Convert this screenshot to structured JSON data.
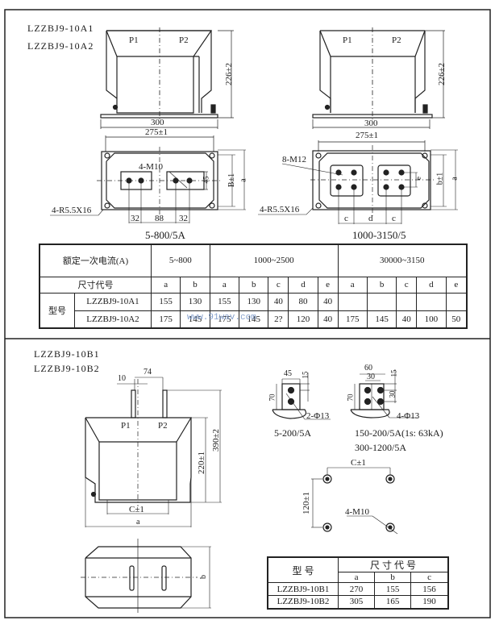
{
  "section_a": {
    "models": [
      "LZZBJ9-10A1",
      "LZZBJ9-10A2"
    ],
    "front_view_left": {
      "label_p1": "P1",
      "label_p2": "P2",
      "height_dim": "226±2",
      "width_dim": "300"
    },
    "front_view_right": {
      "label_p1": "P1",
      "label_p2": "P2",
      "height_dim": "226±2",
      "width_dim": "300"
    },
    "top_view_left": {
      "width_dim": "275±1",
      "bolt_label": "4-M10",
      "mount_label": "4-R5.5X16",
      "dim_45": "45",
      "dim_b": "B±1",
      "dim_a": "a",
      "spacing": [
        "32",
        "88",
        "32"
      ],
      "caption": "5-800/5A"
    },
    "top_view_right": {
      "width_dim": "275±1",
      "bolt_label": "8-M12",
      "mount_label": "4-R5.5X16",
      "dim_e": "e",
      "dim_b": "b±1",
      "dim_a": "a",
      "spacing": [
        "c",
        "d",
        "c"
      ],
      "caption": "1000-3150/5"
    },
    "table": {
      "header_label": "额定一次电流(A)",
      "ranges": [
        "5~800",
        "1000~2500",
        "30000~3150"
      ],
      "dim_code_label": "尺寸代号",
      "dim_codes": [
        "a",
        "b",
        "a",
        "b",
        "c",
        "d",
        "e",
        "a",
        "b",
        "c",
        "d",
        "e"
      ],
      "model_label": "型号",
      "rows": [
        {
          "model": "LZZBJ9-10A1",
          "values": [
            "155",
            "130",
            "155",
            "130",
            "40",
            "80",
            "40",
            "",
            "",
            "",
            "",
            ""
          ]
        },
        {
          "model": "LZZBJ9-10A2",
          "values": [
            "175",
            "145",
            "175",
            "145",
            "2?",
            "120",
            "40",
            "175",
            "145",
            "40",
            "100",
            "50"
          ]
        }
      ],
      "watermark": "www.91wav.com"
    }
  },
  "section_b": {
    "models": [
      "LZZBJ9-10B1",
      "LZZBJ9-10B2"
    ],
    "front_view": {
      "dim_10": "10",
      "dim_74": "74",
      "label_p1": "P1",
      "label_p2": "P2",
      "dim_220": "220±1",
      "dim_390": "390±2",
      "dim_c": "C±1",
      "dim_a": "a"
    },
    "bottom_view": {
      "dim_b": "b"
    },
    "terminal_small": {
      "dim_45": "45",
      "dim_15": "15",
      "dim_70": "70",
      "hole_label": "2-Φ13",
      "caption": "5-200/5A"
    },
    "terminal_large": {
      "dim_60": "60",
      "dim_30": "30",
      "dim_15": "15",
      "dim_30v": "30",
      "dim_70": "70",
      "hole_label": "4-Φ13",
      "caption_1": "150-200/5A(1s: 63kA)",
      "caption_2": "300-1200/5A"
    },
    "mount_pattern": {
      "dim_c": "C±1",
      "dim_120": "120±1",
      "hole_label": "4-M10"
    },
    "table": {
      "model_label": "型 号",
      "dim_code_label": "尺 寸 代 号",
      "dim_codes": [
        "a",
        "b",
        "c"
      ],
      "rows": [
        {
          "model": "LZZBJ9-10B1",
          "values": [
            "270",
            "155",
            "156"
          ]
        },
        {
          "model": "LZZBJ9-10B2",
          "values": [
            "305",
            "165",
            "190"
          ]
        }
      ]
    }
  }
}
